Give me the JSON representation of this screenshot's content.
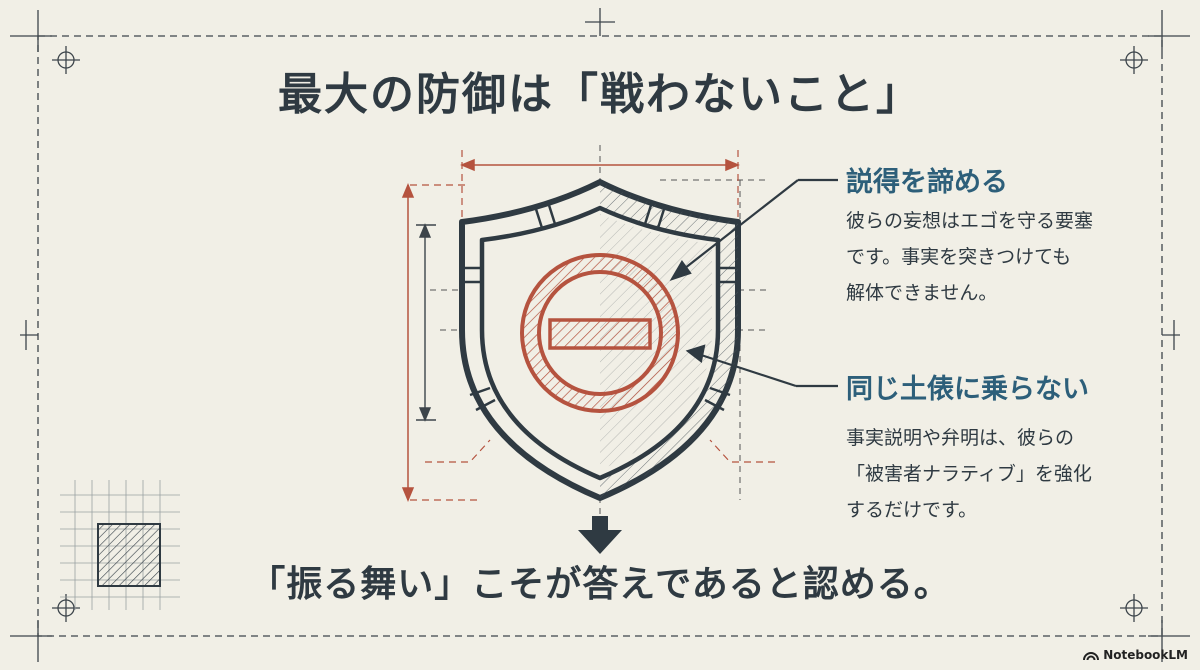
{
  "title": "最大の防御は「戦わないこと」",
  "sections": [
    {
      "heading": "説得を諦める",
      "body": "彼らの妄想はエゴを守る要塞\nです。事実を突きつけても\n解体できません。"
    },
    {
      "heading": "同じ土俵に乗らない",
      "body": "事実説明や弁明は、彼らの\n「被害者ナラティブ」を強化\nするだけです。"
    }
  ],
  "conclusion": "「振る舞い」こそが答えであると認める。",
  "brand": "NotebookLM",
  "icons": {
    "shield": "shield-icon",
    "no_entry": "no-entry-icon",
    "arrow": "arrow-down-icon",
    "brand": "notebooklm-logo-icon"
  },
  "colors": {
    "background": "#f1efe6",
    "ink": "#2f3a42",
    "accent_red": "#b5533f",
    "heading_blue": "#2d5f7a"
  }
}
